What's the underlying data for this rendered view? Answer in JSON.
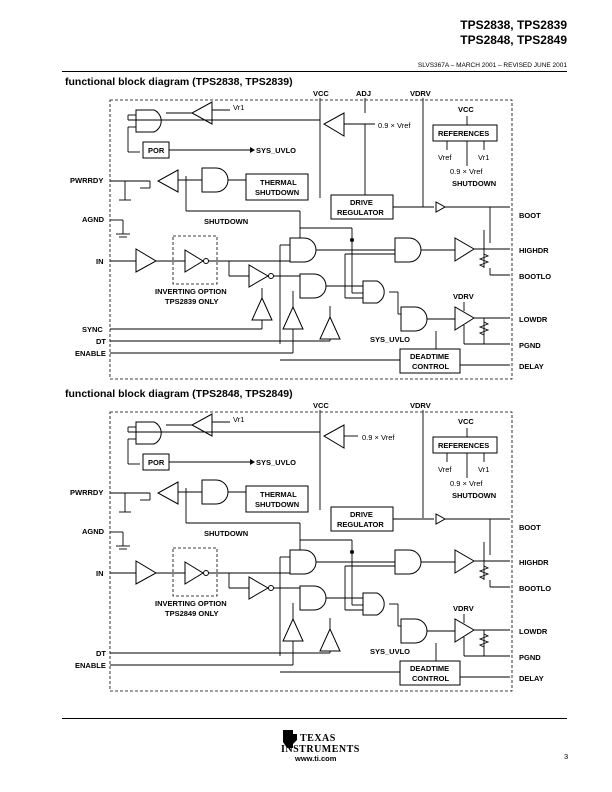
{
  "header": {
    "title_line1": "TPS2838, TPS2839",
    "title_line2": "TPS2848, TPS2849",
    "doc_meta": "SLVS367A – MARCH 2001 – REVISED JUNE 2001"
  },
  "diagram1": {
    "title": "functional block diagram (TPS2838, TPS2839)",
    "top_pins": {
      "vcc": "VCC",
      "adj": "ADJ",
      "vdrv": "VDRV"
    },
    "left_pins": [
      "PWRRDY",
      "AGND",
      "IN",
      "SYNC",
      "DT",
      "ENABLE"
    ],
    "right_pins": [
      "BOOT",
      "HIGHDR",
      "BOOTLO",
      "LOWDR",
      "PGND",
      "DELAY"
    ],
    "blocks": {
      "por": "POR",
      "thermal_1": "THERMAL",
      "thermal_2": "SHUTDOWN",
      "drive_1": "DRIVE",
      "drive_2": "REGULATOR",
      "references": "REFERENCES",
      "deadtime_1": "DEADTIME",
      "deadtime_2": "CONTROL"
    },
    "labels": {
      "vr1": "Vr1",
      "vref09": "0.9 × Vref",
      "sys_uvlo": "SYS_UVLO",
      "shutdown": "SHUTDOWN",
      "vcc_ref": "VCC",
      "vref": "Vref",
      "vr1_ref": "Vr1",
      "ref09": "0.9 × Vref",
      "ref_shutdown": "SHUTDOWN",
      "inverting_1": "INVERTING OPTION",
      "inverting_2": "TPS2839 ONLY",
      "vdrv_low": "VDRV",
      "sys_uvlo_2": "SYS_UVLO"
    }
  },
  "diagram2": {
    "title": "functional block diagram (TPS2848, TPS2849)",
    "top_pins": {
      "vcc": "VCC",
      "vdrv": "VDRV"
    },
    "left_pins": [
      "PWRRDY",
      "AGND",
      "IN",
      "DT",
      "ENABLE"
    ],
    "right_pins": [
      "BOOT",
      "HIGHDR",
      "BOOTLO",
      "LOWDR",
      "PGND",
      "DELAY"
    ],
    "blocks": {
      "por": "POR",
      "thermal_1": "THERMAL",
      "thermal_2": "SHUTDOWN",
      "drive_1": "DRIVE",
      "drive_2": "REGULATOR",
      "references": "REFERENCES",
      "deadtime_1": "DEADTIME",
      "deadtime_2": "CONTROL"
    },
    "labels": {
      "vr1": "Vr1",
      "vref09": "0.9 × Vref",
      "sys_uvlo": "SYS_UVLO",
      "shutdown": "SHUTDOWN",
      "vcc_ref": "VCC",
      "vref": "Vref",
      "vr1_ref": "Vr1",
      "ref09": "0.9 × Vref",
      "ref_shutdown": "SHUTDOWN",
      "inverting_1": "INVERTING OPTION",
      "inverting_2": "TPS2849 ONLY",
      "vdrv_low": "VDRV",
      "sys_uvlo_2": "SYS_UVLO"
    }
  },
  "footer": {
    "logo_line1": "TEXAS",
    "logo_line2": "INSTRUMENTS",
    "url": "www.ti.com",
    "page_number": "3"
  }
}
